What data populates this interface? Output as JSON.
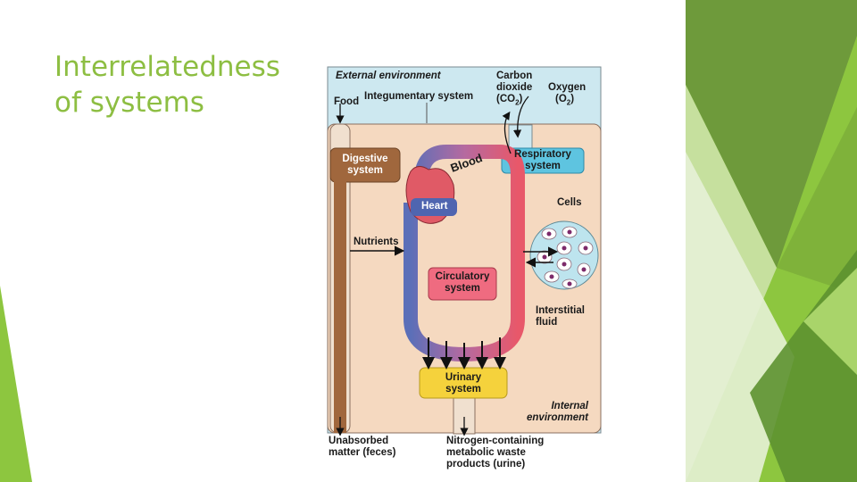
{
  "slide": {
    "title_line1": "Interrelatedness",
    "title_line2": "of systems"
  },
  "diagram": {
    "external_environment": "External environment",
    "integumentary_system": "Integumentary system",
    "food": "Food",
    "carbon_dioxide_line1": "Carbon",
    "carbon_dioxide_line2": "dioxide",
    "carbon_dioxide_formula": "(CO",
    "carbon_dioxide_sub": "2",
    "oxygen_line1": "Oxygen",
    "oxygen_formula": "(O",
    "oxygen_sub": "2",
    "digestive_line1": "Digestive",
    "digestive_line2": "system",
    "respiratory_line1": "Respiratory",
    "respiratory_line2": "system",
    "blood": "Blood",
    "heart": "Heart",
    "cells": "Cells",
    "nutrients": "Nutrients",
    "circulatory_line1": "Circulatory",
    "circulatory_line2": "system",
    "interstitial_line1": "Interstitial",
    "interstitial_line2": "fluid",
    "urinary_line1": "Urinary",
    "urinary_line2": "system",
    "internal_line1": "Internal",
    "internal_line2": "environment",
    "unabsorbed_line1": "Unabsorbed",
    "unabsorbed_line2": "matter (feces)",
    "nitrogen_line1": "Nitrogen-containing",
    "nitrogen_line2": "metabolic waste",
    "nitrogen_line3": "products (urine)"
  },
  "colors": {
    "title": "#8dbe42",
    "external": "#cde8f0",
    "internal": "#f5d9c0",
    "digestive": "#a0673d",
    "respiratory": "#5ec4e0",
    "urinary": "#f5d23c",
    "circulatory_box": "#ef6b80",
    "blood_red": "#e8586a",
    "blood_blue": "#5b6fb8",
    "green_dark": "#6e9a3b",
    "green_mid": "#8dc63f",
    "green_light": "#c9e2a3"
  }
}
